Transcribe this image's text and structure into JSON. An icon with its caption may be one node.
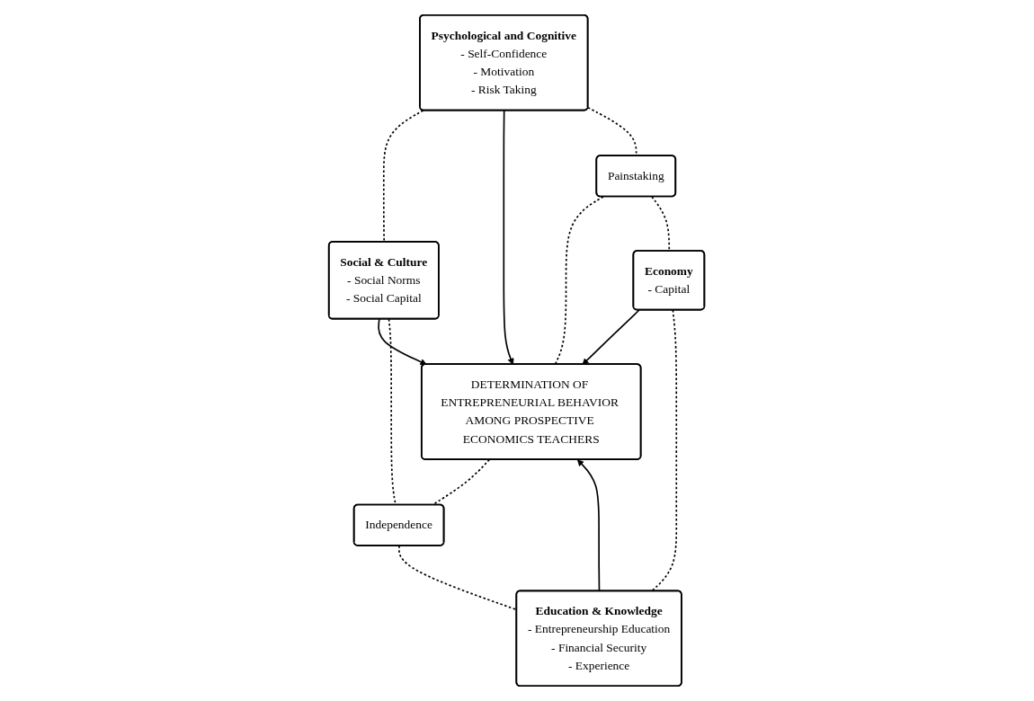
{
  "diagram": {
    "nodes": [
      {
        "text": [
          "Psychological and Cognitive",
          "- Self-Confidence",
          "- Motivation",
          "- Risk Taking"
        ]
      },
      {
        "text": [
          "Social & Culture",
          "- Social Norms",
          "- Social Capital"
        ]
      },
      {
        "text": [
          "Painstaking"
        ]
      },
      {
        "text": [
          "DETERMINATION OF ENTREPRENEURIAL BEHAVIOR AMONG PROSPECTIVE ECONOMICS TEACHERS"
        ]
      },
      {
        "text": [
          "Independence"
        ]
      },
      {
        "text": [
          "Economy",
          "- Capital"
        ]
      },
      {
        "text": [
          "Education & Knowledge",
          "- Entrepreneurship Education",
          "- Financial Security",
          "- Experience"
        ]
      }
    ],
    "edges": [
      {
        "from": 0,
        "to": 1,
        "arrow": "none",
        "style": "dashed"
      },
      {
        "from": 0,
        "to": 3,
        "arrow": "to"
      },
      {
        "from": 1,
        "to": 3,
        "arrow": "to"
      },
      {
        "from": 0,
        "to": 2,
        "arrow": "none",
        "style": "dashed"
      },
      {
        "from": 1,
        "to": 4,
        "arrow": "none",
        "style": "dashed"
      },
      {
        "from": 2,
        "to": 3,
        "arrow": "none",
        "style": "dashed"
      },
      {
        "from": 3,
        "to": 4,
        "arrow": "none",
        "style": "dashed"
      },
      {
        "from": 2,
        "to": 5,
        "arrow": "none",
        "style": "dashed"
      },
      {
        "from": 4,
        "to": 6,
        "arrow": "none",
        "style": "dashed"
      },
      {
        "from": 5,
        "to": 3,
        "arrow": "to"
      },
      {
        "from": 6,
        "to": 3,
        "arrow": "to"
      },
      {
        "from": 5,
        "to": 6,
        "arrow": "none",
        "style": "dashed"
      }
    ]
  }
}
